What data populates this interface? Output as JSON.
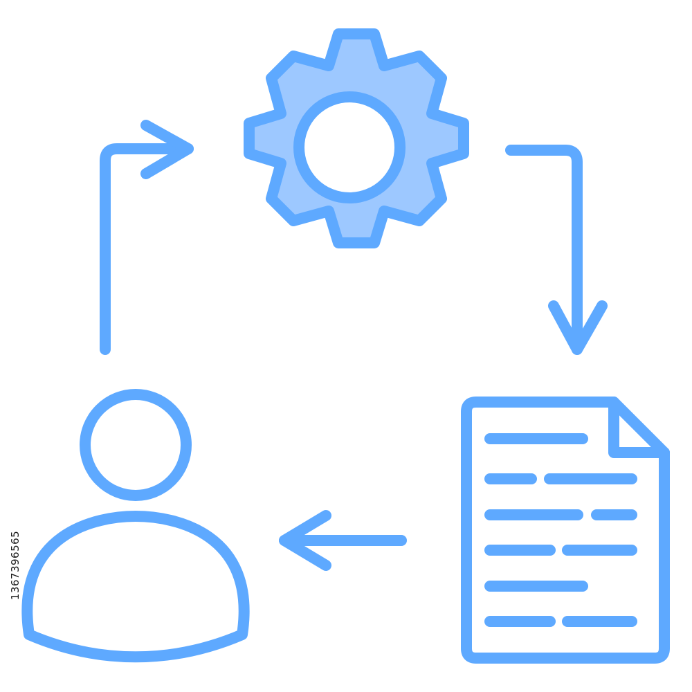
{
  "diagram": {
    "nodes": [
      {
        "id": "process",
        "icon": "gear-icon"
      },
      {
        "id": "output",
        "icon": "document-icon"
      },
      {
        "id": "user",
        "icon": "user-icon"
      }
    ],
    "edges": [
      {
        "from": "user",
        "to": "process"
      },
      {
        "from": "process",
        "to": "output"
      },
      {
        "from": "output",
        "to": "user"
      }
    ]
  },
  "colors": {
    "stroke": "#5ea9ff",
    "gear_fill": "#9dc8ff",
    "background": "#ffffff",
    "id_text": "#1a1a1a"
  },
  "stock_id": "1367396565"
}
